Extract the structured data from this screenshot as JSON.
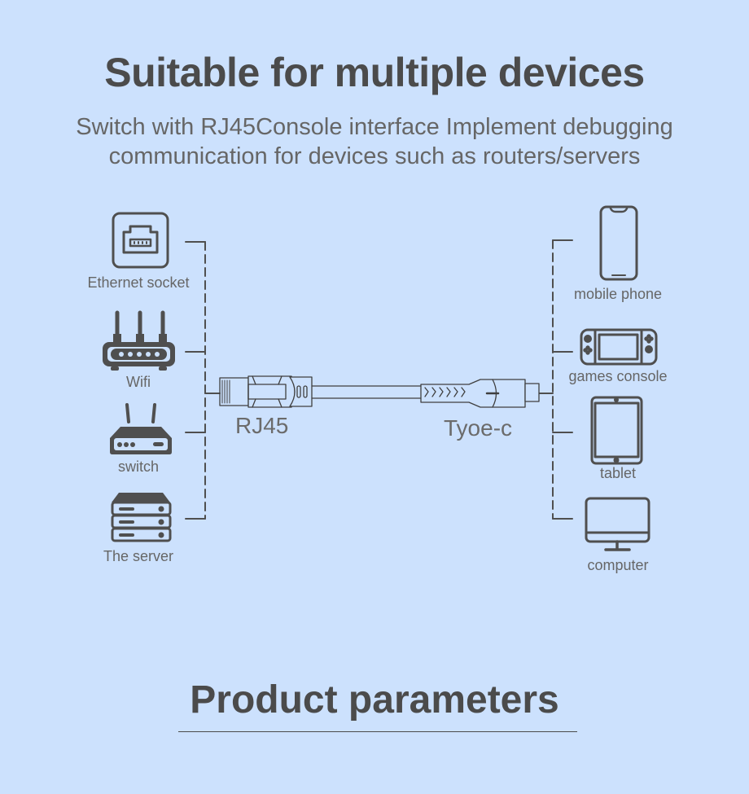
{
  "header": {
    "title": "Suitable for multiple devices",
    "subtitle_line1": "Switch with RJ45Console interface Implement debugging",
    "subtitle_line2": "communication for devices such as routers/servers"
  },
  "left_devices": [
    {
      "label": "Ethernet socket",
      "icon": "ethernet-socket-icon"
    },
    {
      "label": "Wifi",
      "icon": "wifi-router-icon"
    },
    {
      "label": "switch",
      "icon": "switch-icon"
    },
    {
      "label": "The server",
      "icon": "server-icon"
    }
  ],
  "right_devices": [
    {
      "label": "mobile phone",
      "icon": "mobile-phone-icon"
    },
    {
      "label": "games console",
      "icon": "games-console-icon"
    },
    {
      "label": "tablet",
      "icon": "tablet-icon"
    },
    {
      "label": "computer",
      "icon": "computer-icon"
    }
  ],
  "cable": {
    "left_connector": "RJ45",
    "right_connector": "Tyoe-c"
  },
  "footer": {
    "title": "Product parameters"
  },
  "colors": {
    "background": "#cce1fd",
    "icon_stroke": "#4f4f4f",
    "text_primary": "#4b4b4b",
    "text_secondary": "#666666"
  }
}
